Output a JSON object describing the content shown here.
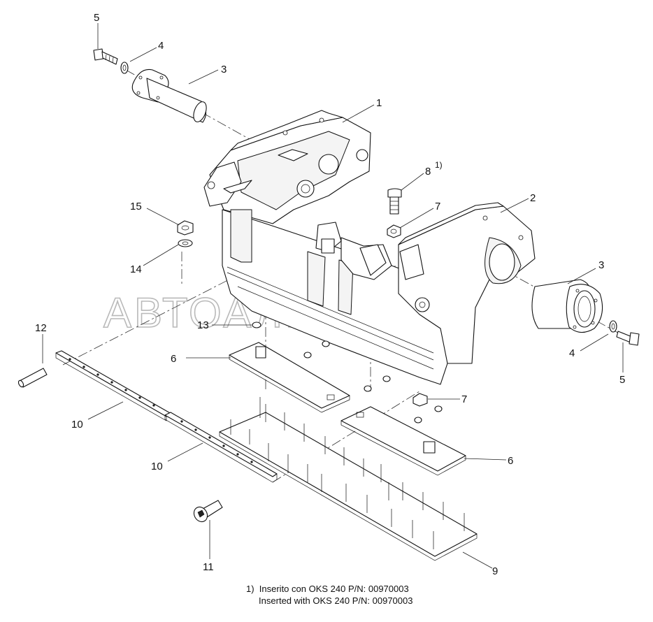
{
  "watermark": "АВТОАЛЬЯНС",
  "callouts": [
    {
      "id": "c5a",
      "label": "5"
    },
    {
      "id": "c4a",
      "label": "4"
    },
    {
      "id": "c3a",
      "label": "3"
    },
    {
      "id": "c1",
      "label": "1"
    },
    {
      "id": "c8",
      "label": "8"
    },
    {
      "id": "c8sup",
      "label": "1)"
    },
    {
      "id": "c2",
      "label": "2"
    },
    {
      "id": "c15",
      "label": "15"
    },
    {
      "id": "c7a",
      "label": "7"
    },
    {
      "id": "c14",
      "label": "14"
    },
    {
      "id": "c3b",
      "label": "3"
    },
    {
      "id": "c13",
      "label": "13"
    },
    {
      "id": "c12",
      "label": "12"
    },
    {
      "id": "c6a",
      "label": "6"
    },
    {
      "id": "c4b",
      "label": "4"
    },
    {
      "id": "c5b",
      "label": "5"
    },
    {
      "id": "c7b",
      "label": "7"
    },
    {
      "id": "c10a",
      "label": "10"
    },
    {
      "id": "c10b",
      "label": "10"
    },
    {
      "id": "c6b",
      "label": "6"
    },
    {
      "id": "c11",
      "label": "11"
    },
    {
      "id": "c9",
      "label": "9"
    }
  ],
  "footnote": {
    "line1": "1)  Inserito con OKS 240 P/N: 00970003",
    "line2": "     Inserted with OKS 240 P/N: 00970003"
  }
}
